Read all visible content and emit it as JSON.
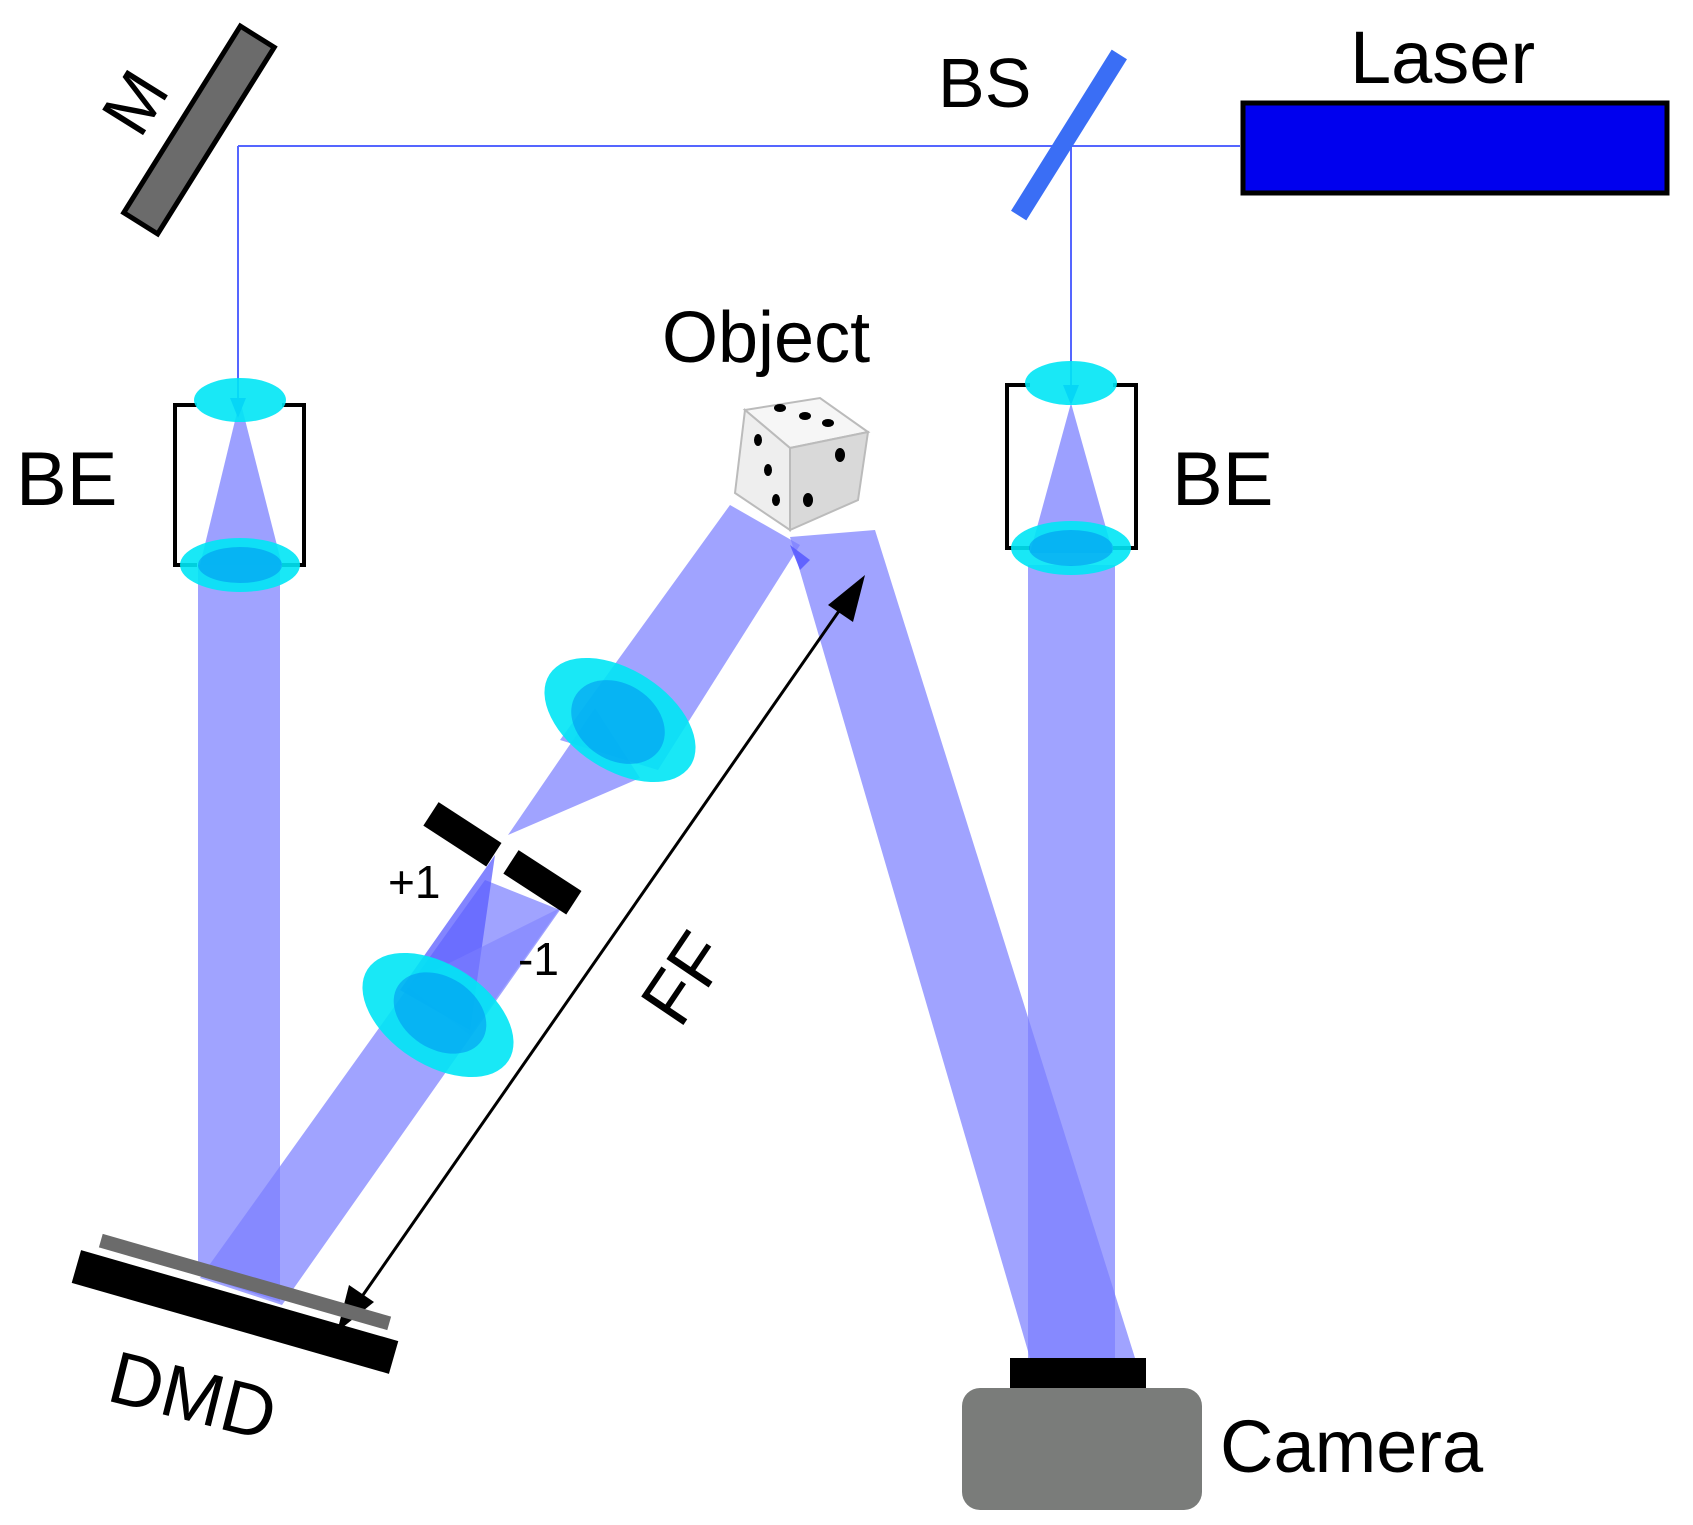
{
  "labels": {
    "laser": "Laser",
    "beam_splitter": "BS",
    "mirror": "M",
    "object": "Object",
    "beam_expander_left": "BE",
    "beam_expander_right": "BE",
    "dmd": "DMD",
    "camera": "Camera",
    "order_plus": "+1",
    "order_minus": "-1",
    "distance": "FF"
  },
  "colors": {
    "laser_body": "#0000ee",
    "beam_line": "#5566ff",
    "wide_beam": "#7b80ff",
    "beam_overlap": "#5a5cff",
    "lens": "#00e5f5",
    "lens_inner": "#0090f0",
    "mirror_body": "#6b6b6b",
    "beam_splitter": "#3a6ef5",
    "camera_body": "#7a7c7a",
    "dmd_body": "#000000",
    "arrow": "#000000"
  }
}
